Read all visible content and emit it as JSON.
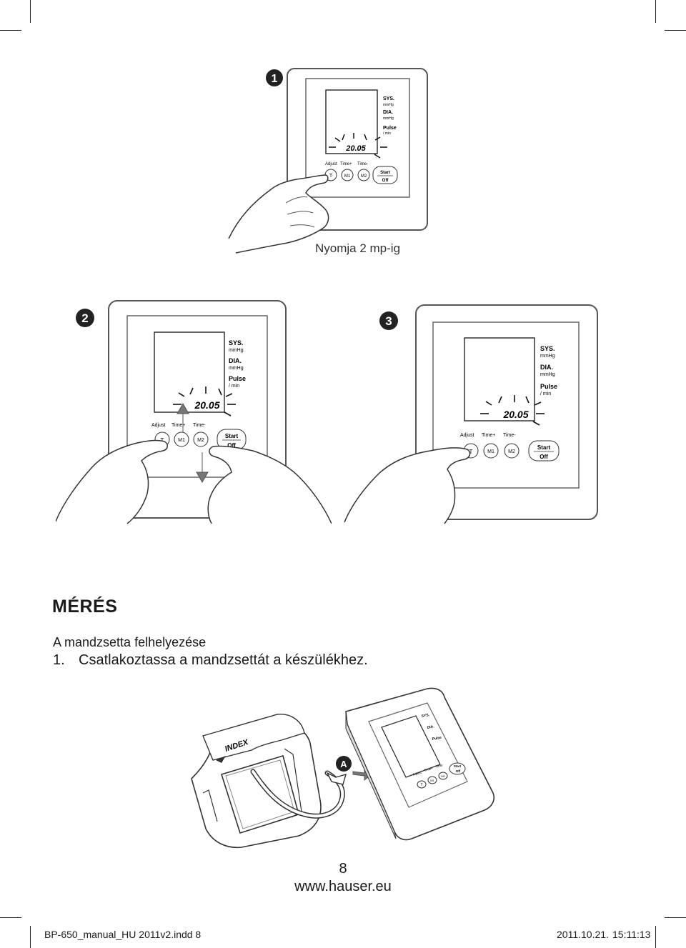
{
  "illustrations": {
    "step1": {
      "badge": "1",
      "lcd_time": "20.05",
      "labels": {
        "sys": "SYS.",
        "sys_unit": "mmHg",
        "dia": "DIA.",
        "dia_unit": "mmHg",
        "pulse": "Pulse",
        "pulse_unit": "/ min"
      },
      "button_labels": {
        "adjust": "Adjust",
        "time_plus": "Time+",
        "time_minus": "Time-"
      },
      "buttons": {
        "t": "T",
        "m1": "M1",
        "m2": "M2",
        "start": "Start",
        "off": "Off"
      },
      "caption": "Nyomja 2 mp-ig"
    },
    "step2": {
      "badge": "2",
      "lcd_time": "20.05",
      "labels": {
        "sys": "SYS.",
        "sys_unit": "mmHg",
        "dia": "DIA.",
        "dia_unit": "mmHg",
        "pulse": "Pulse",
        "pulse_unit": "/ min"
      },
      "button_labels": {
        "adjust": "Adjust",
        "time_plus": "Time+",
        "time_minus": "Time-"
      },
      "buttons": {
        "t": "T",
        "m1": "M1",
        "m2": "M2",
        "start": "Start",
        "off": "Off"
      }
    },
    "step3": {
      "badge": "3",
      "lcd_time": "20.05",
      "labels": {
        "sys": "SYS.",
        "sys_unit": "mmHg",
        "dia": "DIA.",
        "dia_unit": "mmHg",
        "pulse": "Pulse",
        "pulse_unit": "/ min"
      },
      "button_labels": {
        "adjust": "Adjust",
        "time_plus": "Time+",
        "time_minus": "Time-"
      },
      "buttons": {
        "t": "T",
        "m1": "M1",
        "m2": "M2",
        "start": "Start",
        "off": "Off"
      }
    },
    "cuff": {
      "cuff_label": "INDEX",
      "connector_badge": "A",
      "labels": {
        "sys": "SYS.",
        "dia": "DIA.",
        "pulse": "Pulse"
      },
      "button_labels": {
        "adjust": "Adjust",
        "time_plus": "Time+",
        "time_minus": "Time-"
      },
      "buttons": {
        "t": "T",
        "m1": "M1",
        "m2": "M2",
        "start": "Start",
        "off": "Off"
      }
    }
  },
  "section": {
    "title": "MÉRÉS",
    "subtitle": "A mandzsetta felhelyezése",
    "step_number": "1.",
    "step_text": "Csatlakoztassa a mandzsettát a készülékhez."
  },
  "page": {
    "number": "8",
    "url": "www.hauser.eu"
  },
  "footer": {
    "file": "BP-650_manual_HU 2011v2.indd   8",
    "date": "2011.10.21.",
    "time": "15:11:13"
  }
}
